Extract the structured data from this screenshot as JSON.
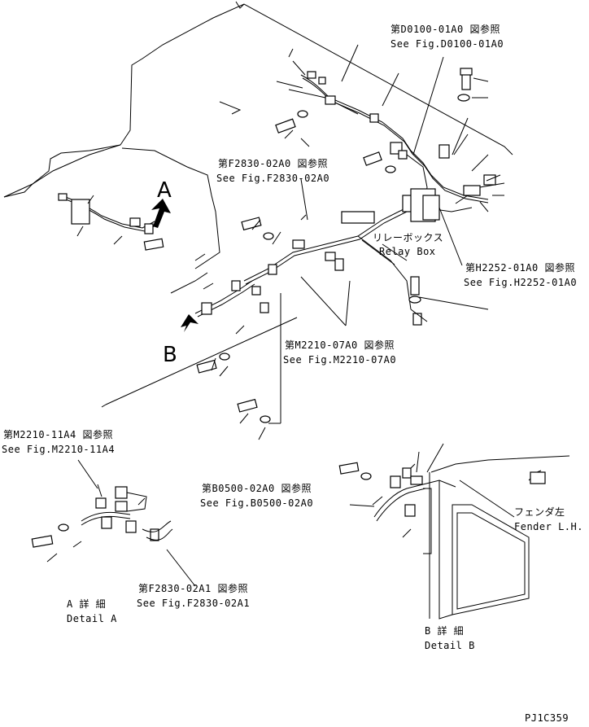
{
  "references": {
    "d0100": {
      "jp": "第D0100-01A0 図参照",
      "en": "See Fig.D0100-01A0"
    },
    "f2830_02a0": {
      "jp": "第F2830-02A0 図参照",
      "en": "See Fig.F2830-02A0"
    },
    "h2252": {
      "jp": "第H2252-01A0 図参照",
      "en": "See Fig.H2252-01A0"
    },
    "m2210_07a0": {
      "jp": "第M2210-07A0 図参照",
      "en": "See Fig.M2210-07A0"
    },
    "m2210_11a4": {
      "jp": "第M2210-11A4 図参照",
      "en": "See Fig.M2210-11A4"
    },
    "b0500": {
      "jp": "第B0500-02A0 図参照",
      "en": "See Fig.B0500-02A0"
    },
    "f2830_02a1": {
      "jp": "第F2830-02A1 図参照",
      "en": "See Fig.F2830-02A1"
    }
  },
  "relay_box": {
    "jp": "リレーボックス",
    "en": "Relay Box"
  },
  "fender": {
    "jp": "フェンダ左",
    "en": "Fender L.H."
  },
  "markers": {
    "a": "A",
    "b": "B"
  },
  "detail_a": {
    "jp": "A 詳 細",
    "en": "Detail A"
  },
  "detail_b": {
    "jp": "B 詳 細",
    "en": "Detail B"
  },
  "drawing_code": "PJ1C359"
}
